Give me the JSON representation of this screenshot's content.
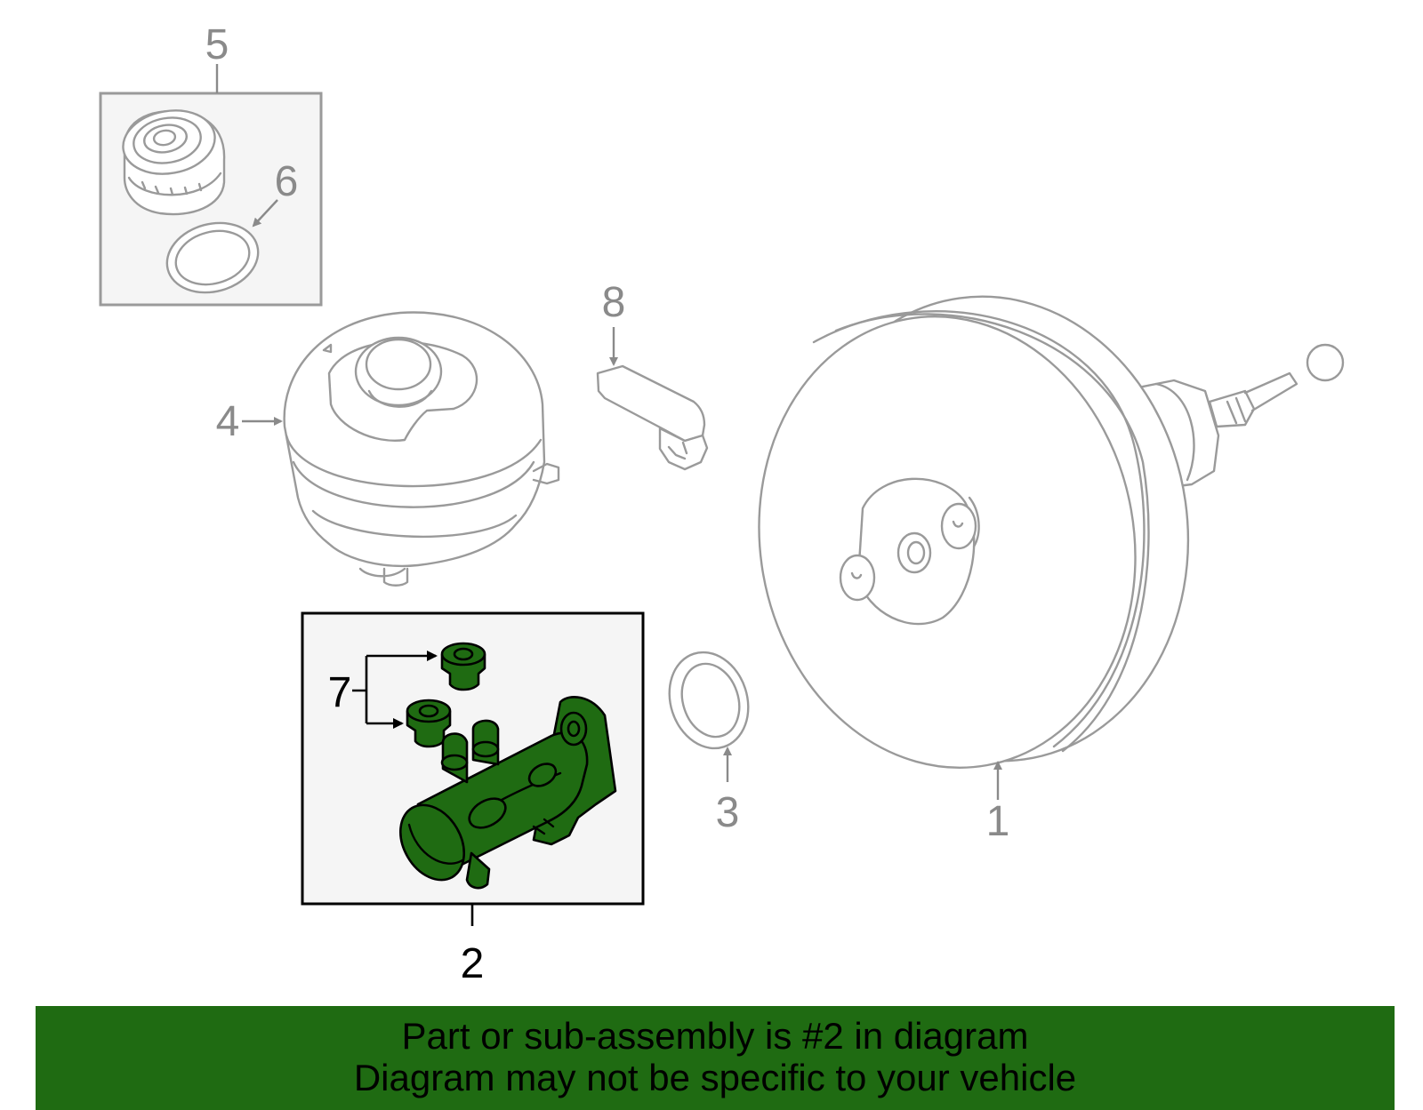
{
  "callouts": {
    "c1": "1",
    "c2": "2",
    "c3": "3",
    "c4": "4",
    "c5": "5",
    "c6": "6",
    "c7": "7",
    "c8": "8"
  },
  "banner": {
    "line1": "Part or sub-assembly is #2 in diagram",
    "line2": "Diagram may not be specific to your vehicle"
  },
  "colors": {
    "highlight": "#1f6b12",
    "outline": "#9a9a9a",
    "box_background": "#f5f5f5"
  }
}
